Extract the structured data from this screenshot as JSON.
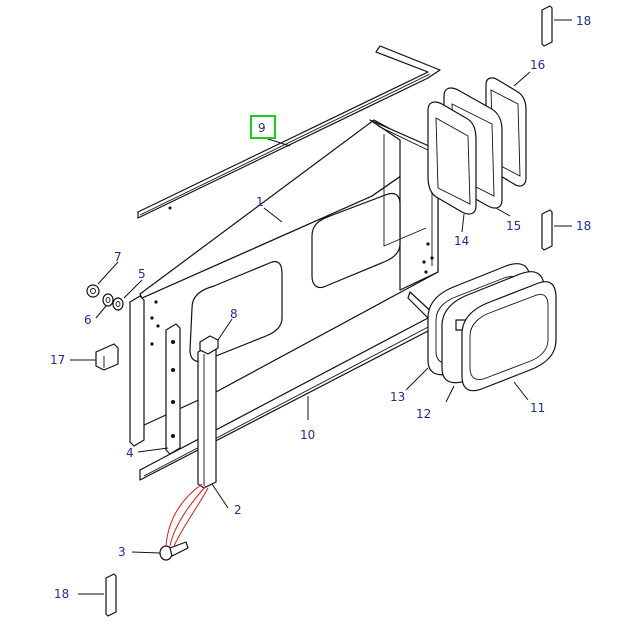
{
  "callouts": {
    "c1": "1",
    "c2": "2",
    "c3": "3",
    "c4": "4",
    "c5": "5",
    "c6": "6",
    "c7": "7",
    "c8": "8",
    "c9": "9",
    "c10": "10",
    "c11": "11",
    "c12": "12",
    "c13": "13",
    "c14": "14",
    "c15": "15",
    "c16": "16",
    "c17": "17",
    "c18a": "18",
    "c18b": "18",
    "c18c": "18"
  },
  "colors": {
    "label": "#1f2f8f",
    "highlight": "#1ccc1c",
    "fastener_leader": "#cc1f1f"
  }
}
